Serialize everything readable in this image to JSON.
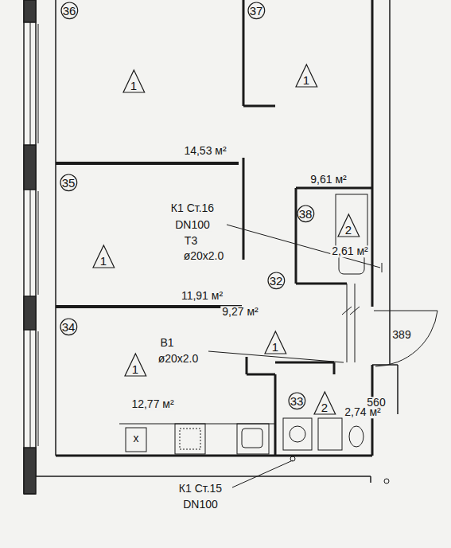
{
  "diagram": {
    "nodes": [
      {
        "text": [
          "36"
        ]
      },
      {
        "text": [
          "37"
        ]
      },
      {
        "text": [
          "1"
        ]
      },
      {
        "text": [
          "1"
        ]
      },
      {
        "text": [
          "35"
        ]
      },
      {
        "text": [
          "38"
        ]
      },
      {
        "text": [
          "2"
        ]
      },
      {
        "text": [
          "1"
        ]
      },
      {
        "text": [
          "32"
        ]
      },
      {
        "text": [
          "34"
        ]
      },
      {
        "text": [
          "1"
        ]
      },
      {
        "text": [
          "1"
        ]
      },
      {
        "text": [
          "33"
        ]
      },
      {
        "text": [
          "2"
        ]
      }
    ],
    "labels": [
      "14,53 м²",
      "9,61 м²",
      "К1 Ст.16",
      "DN100",
      "Т3",
      "ø20х2.0",
      "2,61 м²",
      "11,91 м²",
      "9,27 м²",
      "389",
      "В1",
      "ø20х2.0",
      "560",
      "2,74 м²",
      "12,77 м²",
      "х",
      "К1 Ст.15",
      "DN100"
    ]
  }
}
